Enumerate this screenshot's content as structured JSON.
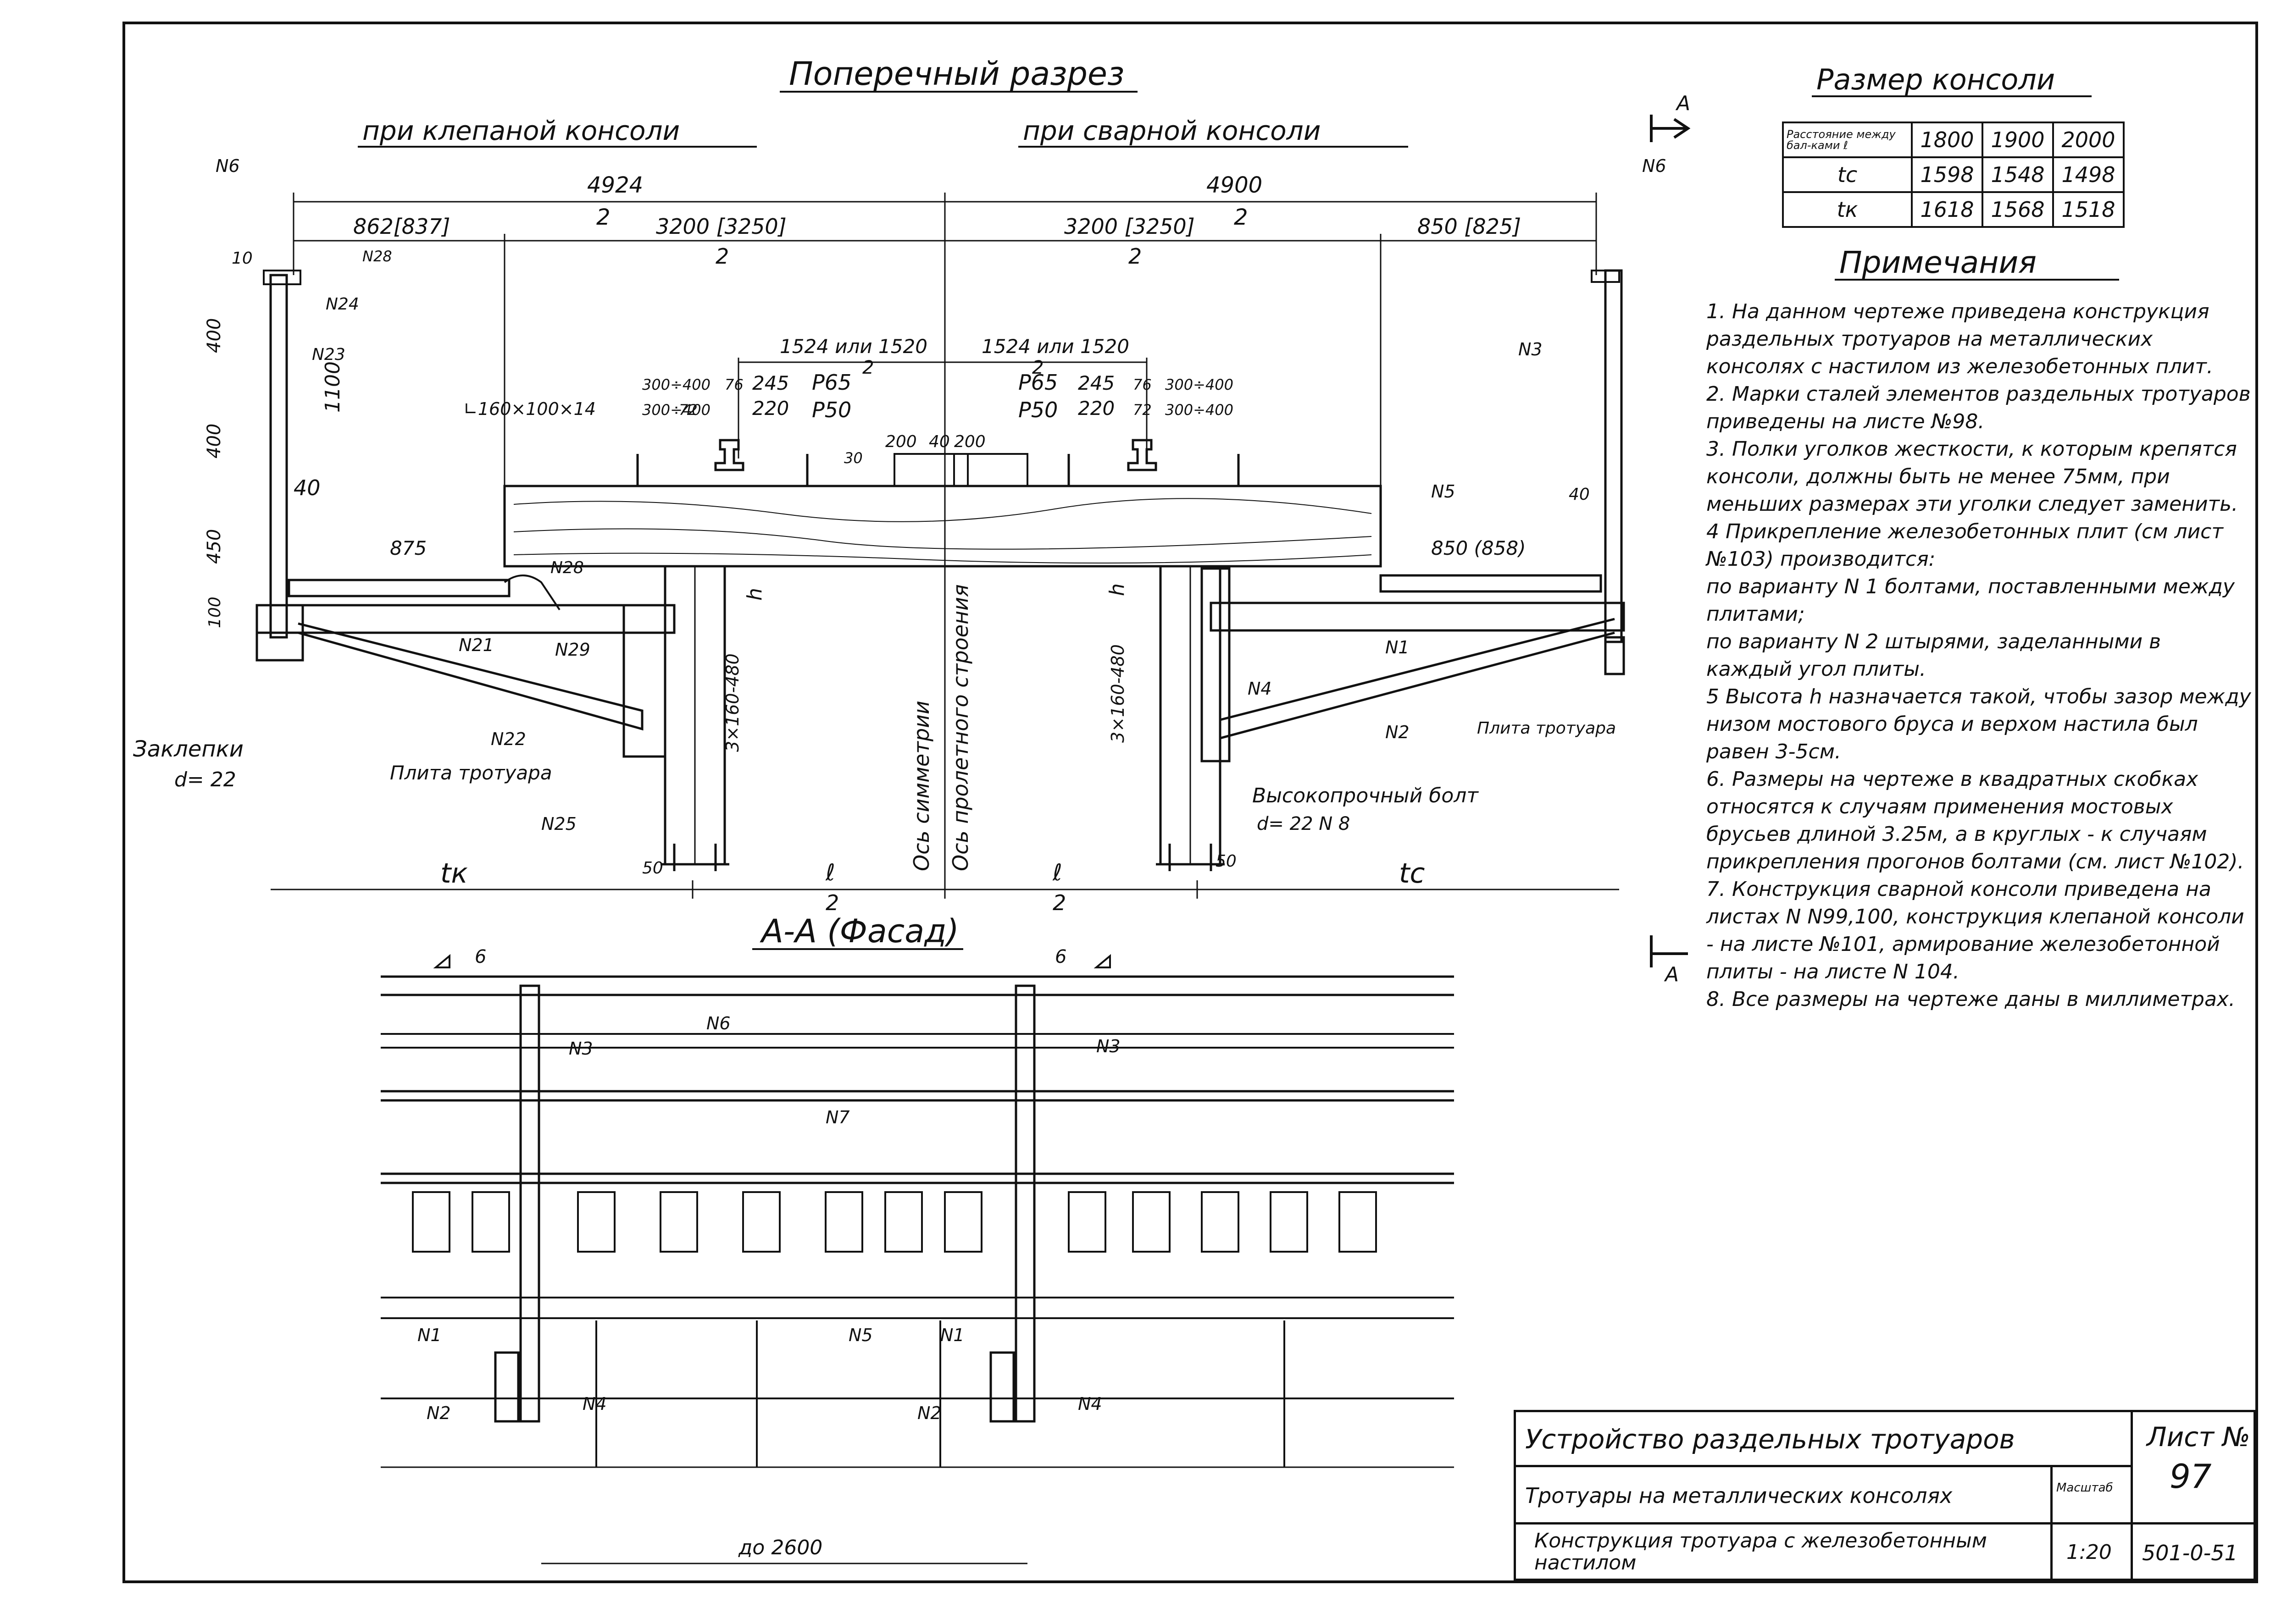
{
  "drawing": {
    "main_title": "Поперечный разрез",
    "left_subtitle": "при клепаной консоли",
    "right_subtitle": "при сварной консоли",
    "facade_title": "А-А (Фасад)",
    "section_marker": "А",
    "dims": {
      "left_half": "4924",
      "right_half": "4900",
      "half_divisor": "2",
      "left_cant": "862[837]",
      "right_cant": "850 [825]",
      "inner_left": "3200 [3250]",
      "inner_right": "3200 [3250]",
      "gauge_left": "1524 или 1520",
      "gauge_right": "1524 или 1520",
      "left_300_400a": "300÷400",
      "left_300_400b": "300÷400",
      "v76": "76",
      "v72": "72",
      "v245": "245",
      "v220": "220",
      "p65": "Р65",
      "p50": "Р50",
      "v200a": "200",
      "v40": "40",
      "v200b": "200",
      "v30": "30",
      "v10": "10",
      "v400a": "400",
      "v400b": "400",
      "v450": "450",
      "v100": "100",
      "v1100": "1100",
      "v40b": "40",
      "v875": "875",
      "v850": "850 (858)",
      "h": "h",
      "h_range": "3×160-480",
      "v50a": "50",
      "v50b": "50",
      "tk": "tк",
      "tc": "tc",
      "l": "ℓ",
      "l_div": "2",
      "angle": "∟160×100×14",
      "facade_6a": "6",
      "facade_6b": "6",
      "facade_span": "до 2600"
    },
    "labels": {
      "n6a": "N6",
      "n6b": "N6",
      "n28a": "N28",
      "n24": "N24",
      "n23": "N23",
      "n3a": "N3",
      "n5a": "N5",
      "n28b": "N28",
      "n21": "N21",
      "n29": "N29",
      "n22": "N22",
      "n25": "N25",
      "n1": "N1",
      "n4": "N4",
      "n2": "N2",
      "rivets": "Заклепки",
      "rivets_d": "d= 22",
      "slab_left": "Плита тротуара",
      "slab_right": "Плита тротуара",
      "bolt": "Высокопрочный болт",
      "bolt_d": "d= 22  N 8",
      "axis_sym": "Ось симметрии",
      "axis_span": "Ось пролетного строения",
      "f_n3a": "N3",
      "f_n3b": "N3",
      "f_n6": "N6",
      "f_n7": "N7",
      "f_n1a": "N1",
      "f_n1b": "N1",
      "f_n5": "N5",
      "f_n2a": "N2",
      "f_n2b": "N2",
      "f_n4a": "N4",
      "f_n4b": "N4"
    }
  },
  "console_table": {
    "title": "Размер консоли",
    "header_label": "Расстояние между бал-ками ℓ",
    "cols": [
      "1800",
      "1900",
      "2000"
    ],
    "rows": [
      {
        "label": "tc",
        "values": [
          "1598",
          "1548",
          "1498"
        ]
      },
      {
        "label": "tк",
        "values": [
          "1618",
          "1568",
          "1518"
        ]
      }
    ]
  },
  "notes": {
    "title": "Примечания",
    "items": [
      "1. На данном чертеже приведена конструкция раздельных тротуаров на металлических консолях с настилом из железобетонных плит.",
      "2. Марки сталей элементов раздельных тротуаров приведены на листе №98.",
      "3. Полки уголков жесткости, к которым крепятся консоли, должны быть не менее 75мм, при меньших размерах эти уголки следует заменить.",
      "4 Прикрепление железобетонных плит (см лист №103) производится:",
      "по варианту N 1 болтами, поставленными между плитами;",
      "по варианту N 2 штырями, заделанными в каждый угол плиты.",
      "5 Высота h назначается такой, чтобы зазор между низом мостового бруса и верхом настила был равен 3-5см.",
      "6. Размеры на чертеже в квадратных скобках относятся к случаям применения мостовых брусьев длиной 3.25м, а в круглых - к случаям прикрепления прогонов болтами (см. лист №102).",
      "7. Конструкция сварной консоли приведена на листах N N99,100, конструкция клепаной консоли - на листе №101, армирование железобетонной плиты - на листе N 104.",
      "8. Все размеры на чертеже даны в миллиметрах."
    ]
  },
  "title_block": {
    "main": "Устройство раздельных тротуаров",
    "sheet_label": "Лист №",
    "sheet_no": "97",
    "section": "Тротуары на металлических консолях",
    "scale_label": "Масштаб",
    "scale": "1:20",
    "subject": "Конструкция тротуара с железобетонным настилом",
    "code": "501-0-51"
  }
}
